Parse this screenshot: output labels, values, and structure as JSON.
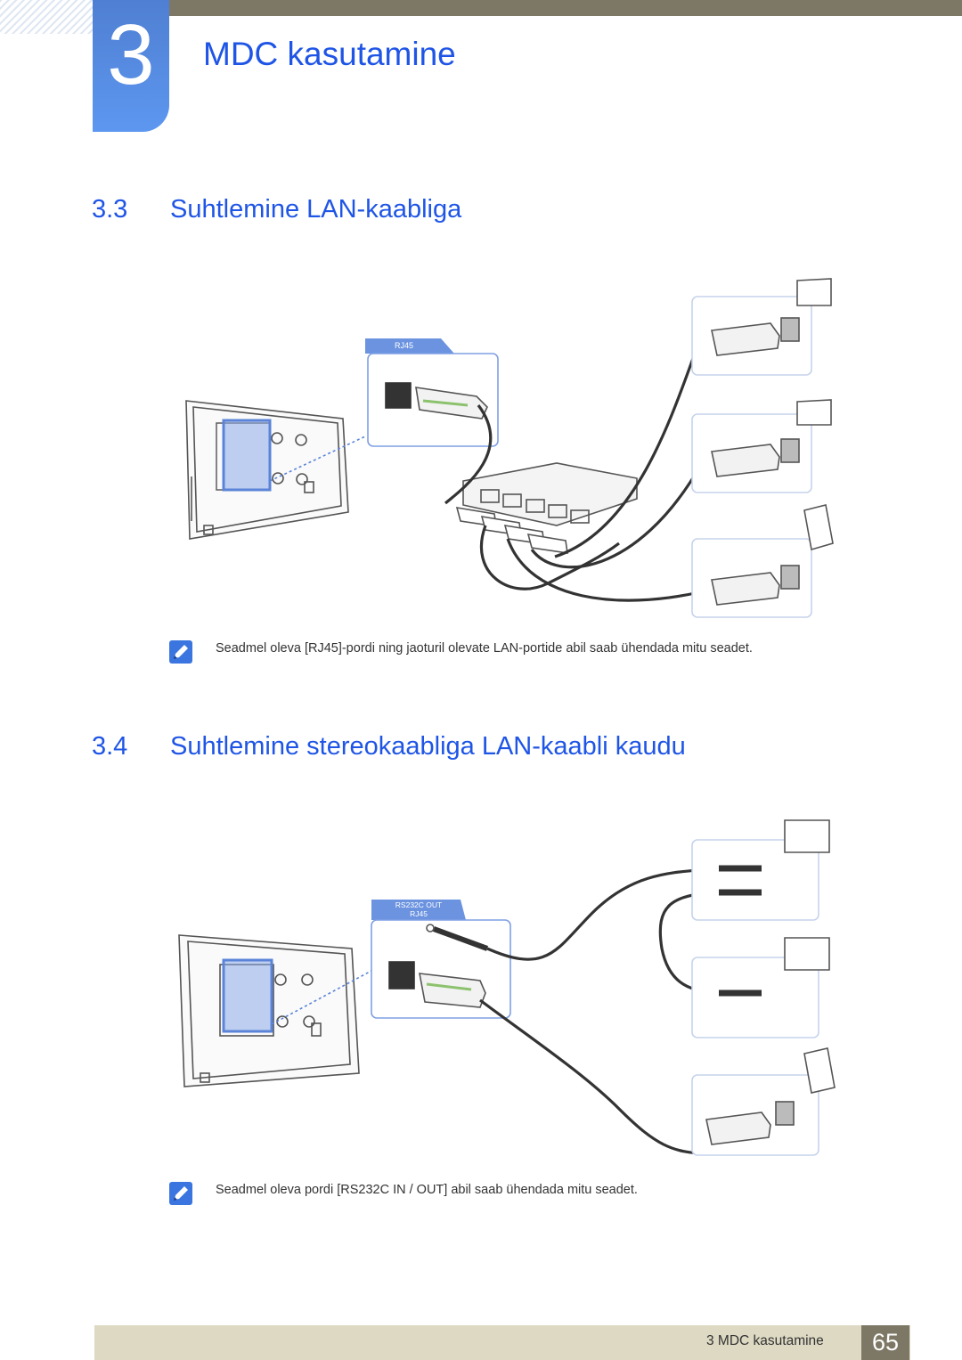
{
  "chapter": {
    "number": "3",
    "title": "MDC kasutamine"
  },
  "section_33": {
    "number": "3.3",
    "title": "Suhtlemine LAN-kaabliga",
    "port_label": "RJ45",
    "note": "Seadmel oleva [RJ45]-pordi ning jaoturil olevate LAN-portide abil saab ühendada mitu seadet."
  },
  "section_34": {
    "number": "3.4",
    "title": "Suhtlemine stereokaabliga LAN-kaabli kaudu",
    "port_label_1": "RS232C OUT",
    "port_label_2": "RJ45",
    "note": "Seadmel oleva pordi [RS232C IN / OUT] abil saab ühendada mitu seadet."
  },
  "footer": {
    "label": "3 MDC kasutamine",
    "page_number": "65"
  },
  "colors": {
    "accent_blue": "#1f55e6",
    "tab_blue": "#4f7fd2",
    "footer_beige": "#ddd9c3",
    "footer_dark": "#7d7865"
  },
  "icons": {
    "note": "note-pencil-icon"
  }
}
